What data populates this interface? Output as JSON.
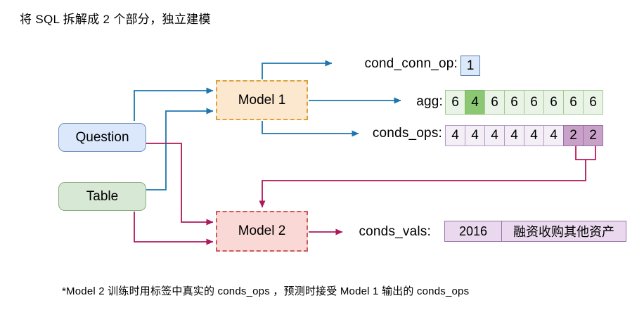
{
  "title": "将 SQL 拆解成 2 个部分，独立建模",
  "footnote": "*Model 2 训练时用标签中真实的 conds_ops ，预测时接受 Model 1 输出的 conds_ops",
  "nodes": {
    "question": {
      "label": "Question"
    },
    "table": {
      "label": "Table"
    },
    "model1": {
      "label": "Model 1"
    },
    "model2": {
      "label": "Model 2"
    }
  },
  "outputs": {
    "cond_conn_op": {
      "label": "cond_conn_op:",
      "values": [
        "1"
      ],
      "highlights": []
    },
    "agg": {
      "label": "agg:",
      "values": [
        "6",
        "4",
        "6",
        "6",
        "6",
        "6",
        "6",
        "6"
      ],
      "highlights": [
        1
      ]
    },
    "conds_ops": {
      "label": "conds_ops:",
      "values": [
        "4",
        "4",
        "4",
        "4",
        "4",
        "4",
        "2",
        "2"
      ],
      "highlights": [
        6,
        7
      ]
    },
    "conds_vals": {
      "label": "conds_vals:",
      "values": [
        "2016",
        "融资收购其他资产"
      ],
      "highlights": []
    }
  },
  "colors": {
    "flow_blue": "#1c76ad",
    "flow_crimson": "#ad195b",
    "question_fill": "#dbe8fb",
    "question_border": "#7290b8",
    "table_fill": "#d7e9d5",
    "table_border": "#8aac80",
    "model1_fill": "#fce8ce",
    "model1_border": "#d9a23c",
    "model2_fill": "#f9d8d5",
    "model2_border": "#ca5c58",
    "agg_cell": "#eaf4e6",
    "agg_highlight": "#8cc873",
    "ops_cell": "#f4eef7",
    "ops_highlight": "#c9a0c8",
    "vals_cell": "#ead9ee"
  }
}
